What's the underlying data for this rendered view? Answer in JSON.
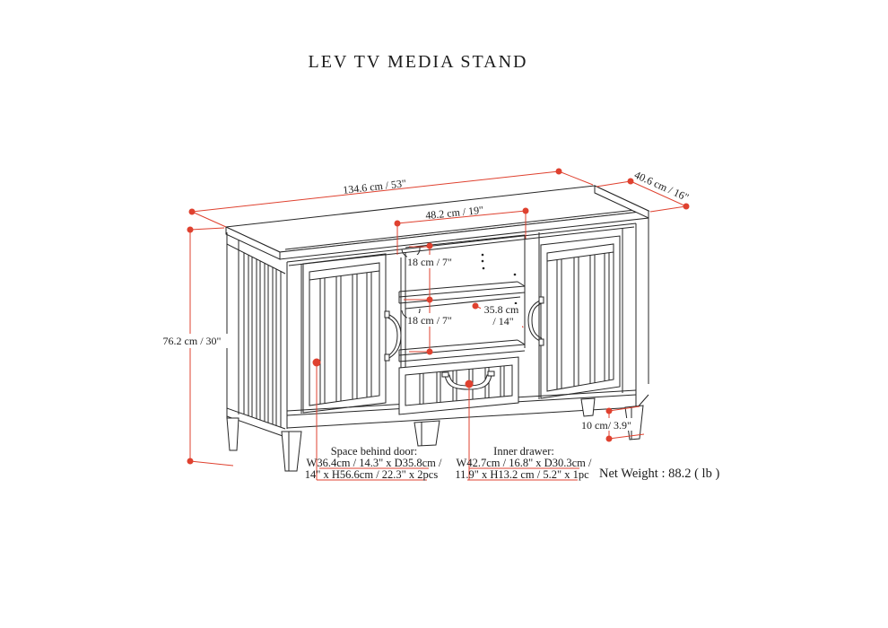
{
  "title": "LEV TV MEDIA STAND",
  "dimensions": {
    "width": "134.6 cm / 53\"",
    "depth": "40.6 cm / 16\"",
    "height": "76.2 cm / 30\"",
    "opening_width": "48.2 cm / 19\"",
    "shelf_upper": "18 cm / 7\"",
    "shelf_lower": "18 cm / 7\"",
    "inner_depth_l1": "35.8 cm",
    "inner_depth_l2": "/ 14\"",
    "leg_height": "10 cm/ 3.9\""
  },
  "annotations": {
    "door_space": {
      "heading": "Space behind door:",
      "line2": "W36.4cm / 14.3\" x D35.8cm /",
      "line3": "14\" x H56.6cm / 22.3\" x 2pcs"
    },
    "inner_drawer": {
      "heading": "Inner drawer:",
      "line2": "W42.7cm / 16.8\" x D30.3cm /",
      "line3": "11.9\" x H13.2 cm / 5.2\" x 1pc"
    },
    "net_weight": "Net Weight : 88.2 ( lb )"
  },
  "colors": {
    "dimension_red": "#df412f",
    "line_black": "#262626",
    "background": "#ffffff"
  }
}
